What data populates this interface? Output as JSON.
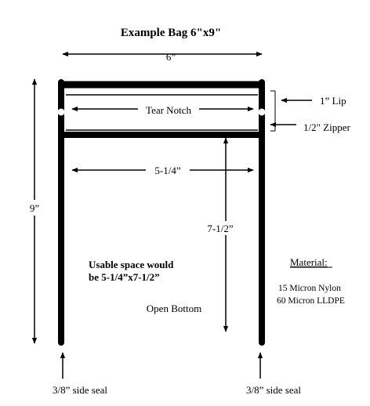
{
  "diagram": {
    "title": "Example Bag  6\"x9\"",
    "width_label": "6”",
    "height_label": "9”",
    "tear_notch_label": "Tear Notch",
    "inner_width_label": "5-1/4”",
    "inner_height_label": "7-1/2”",
    "lip_label": "1” Lip",
    "zipper_label": "1/2\" Zipper",
    "usable_line1": "Usable space would",
    "usable_line2": "be 5-1/4”x7-1/2”",
    "open_bottom_label": "Open Bottom",
    "material_heading": "Material:",
    "material_line1": "15 Micron Nylon",
    "material_line2": "60 Micron LLDPE",
    "side_seal_left": "3/8” side seal",
    "side_seal_right": "3/8” side seal",
    "colors": {
      "ink": "#000000",
      "background": "#ffffff"
    }
  }
}
